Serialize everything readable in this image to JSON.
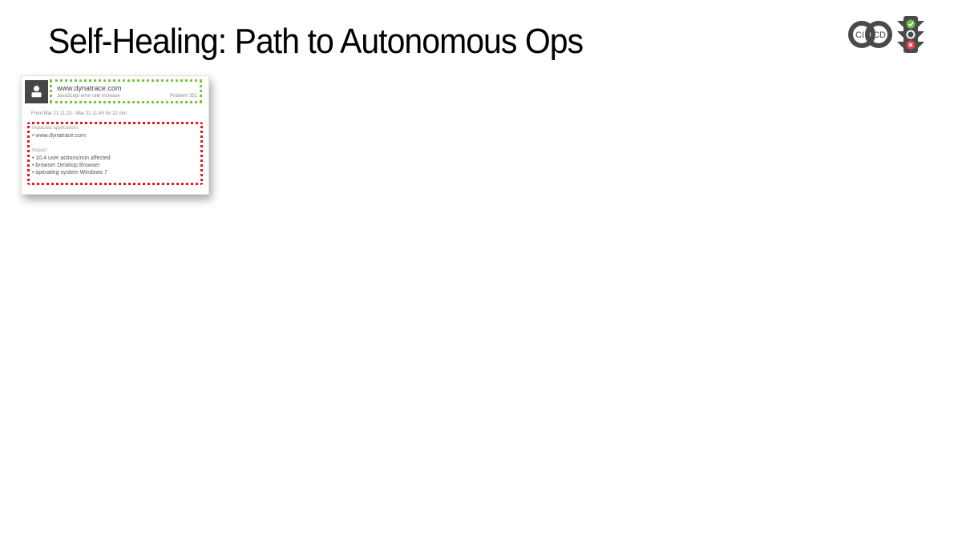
{
  "slide": {
    "title": "Self-Healing: Path to Autonomous Ops"
  },
  "logo": {
    "ci_label": "CI",
    "cd_label": "CD",
    "traffic_light": [
      "check",
      "off",
      "cross"
    ],
    "colors": {
      "green": "#6cc04a",
      "red": "#e8414d",
      "dark": "#4a4a4a"
    }
  },
  "problem_card": {
    "app_name": "www.dynatrace.com",
    "problem_type": "JavaScript error rate increase",
    "problem_id": "Problem 351",
    "time_range": "From Mar 21 11:23 - Mar 21 11:45 for 22 min",
    "impacted_applications_label": "Impacted applications",
    "impacted_applications": [
      "• www.dynatrace.com"
    ],
    "impact_label": "Impact",
    "impact_items": [
      "• 10.4 user actions/min affected",
      "• browser Desktop Browser",
      "• operating system Windows 7"
    ],
    "highlight_colors": {
      "header": "#7cc242",
      "impact": "#e8141b"
    }
  }
}
